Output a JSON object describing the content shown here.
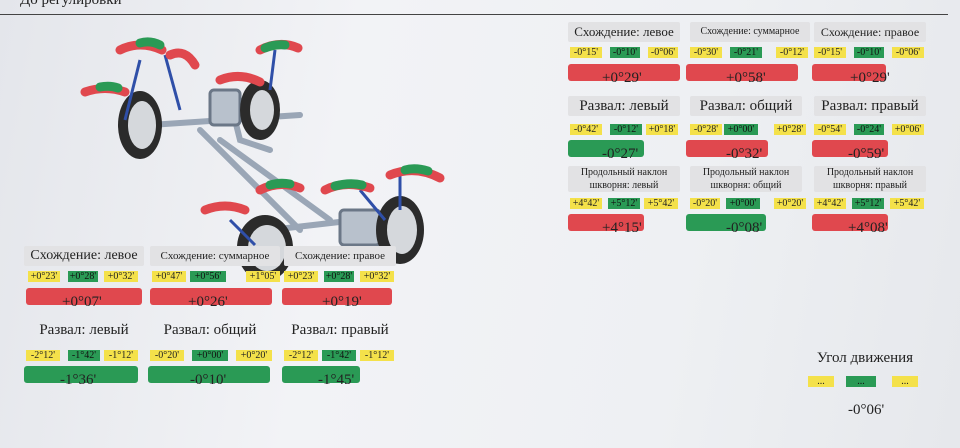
{
  "report": {
    "header": "До регулировки"
  },
  "after": {
    "toe_left": {
      "title": "Схождение: левое",
      "tol": [
        "+0°23'",
        "+0°28'",
        "+0°32'"
      ],
      "value": "+0°07'"
    },
    "toe_total": {
      "title": "Схождение: суммарное",
      "tol": [
        "+0°47'",
        "+0°56'",
        "+1°05'"
      ],
      "value": "+0°26'"
    },
    "toe_right": {
      "title": "Схождение: правое",
      "tol": [
        "+0°23'",
        "+0°28'",
        "+0°32'"
      ],
      "value": "+0°19'"
    },
    "camber_left": {
      "title": "Развал: левый",
      "tol": [
        "-2°12'",
        "-1°42'",
        "-1°12'"
      ],
      "value": "-1°36'"
    },
    "camber_total": {
      "title": "Развал: общий",
      "tol": [
        "-0°20'",
        "+0°00'",
        "+0°20'"
      ],
      "value": "-0°10'"
    },
    "camber_right": {
      "title": "Развал: правый",
      "tol": [
        "-2°12'",
        "-1°42'",
        "-1°12'"
      ],
      "value": "-1°45'"
    }
  },
  "before": {
    "toe_left": {
      "title": "Схождение: левое",
      "tol": [
        "-0°15'",
        "-0°10'",
        "-0°06'"
      ],
      "value": "+0°29'"
    },
    "toe_total": {
      "title": "Схождение: суммарное",
      "tol": [
        "-0°30'",
        "-0°21'",
        "-0°12'"
      ],
      "value": "+0°58'"
    },
    "toe_right": {
      "title": "Схождение: правое",
      "tol": [
        "-0°15'",
        "-0°10'",
        "-0°06'"
      ],
      "value": "+0°29'"
    },
    "camber_left": {
      "title": "Развал: левый",
      "tol": [
        "-0°42'",
        "-0°12'",
        "+0°18'"
      ],
      "value": "-0°27'"
    },
    "camber_total": {
      "title": "Развал: общий",
      "tol": [
        "-0°28'",
        "+0°00'",
        "+0°28'"
      ],
      "value": "-0°32'"
    },
    "camber_right": {
      "title": "Развал: правый",
      "tol": [
        "-0°54'",
        "-0°24'",
        "+0°06'"
      ],
      "value": "-0°59'"
    },
    "caster_left": {
      "title": "Продольный наклон шкворня: левый",
      "tol": [
        "+4°42'",
        "+5°12'",
        "+5°42'"
      ],
      "value": "+4°15'"
    },
    "caster_total": {
      "title": "Продольный наклон шкворня: общий",
      "tol": [
        "-0°20'",
        "+0°00'",
        "+0°20'"
      ],
      "value": "-0°08'"
    },
    "caster_right": {
      "title": "Продольный наклон шкворня: правый",
      "tol": [
        "+4°42'",
        "+5°12'",
        "+5°42'"
      ],
      "value": "+4°08'"
    }
  },
  "thrust": {
    "title": "Угол движения",
    "tol": [
      "...",
      "...",
      "..."
    ],
    "value": "-0°06'"
  },
  "colors": {
    "out_of_range": "#e0484e",
    "in_range": "#2a9a55",
    "tolerance": "#f4e14a"
  }
}
